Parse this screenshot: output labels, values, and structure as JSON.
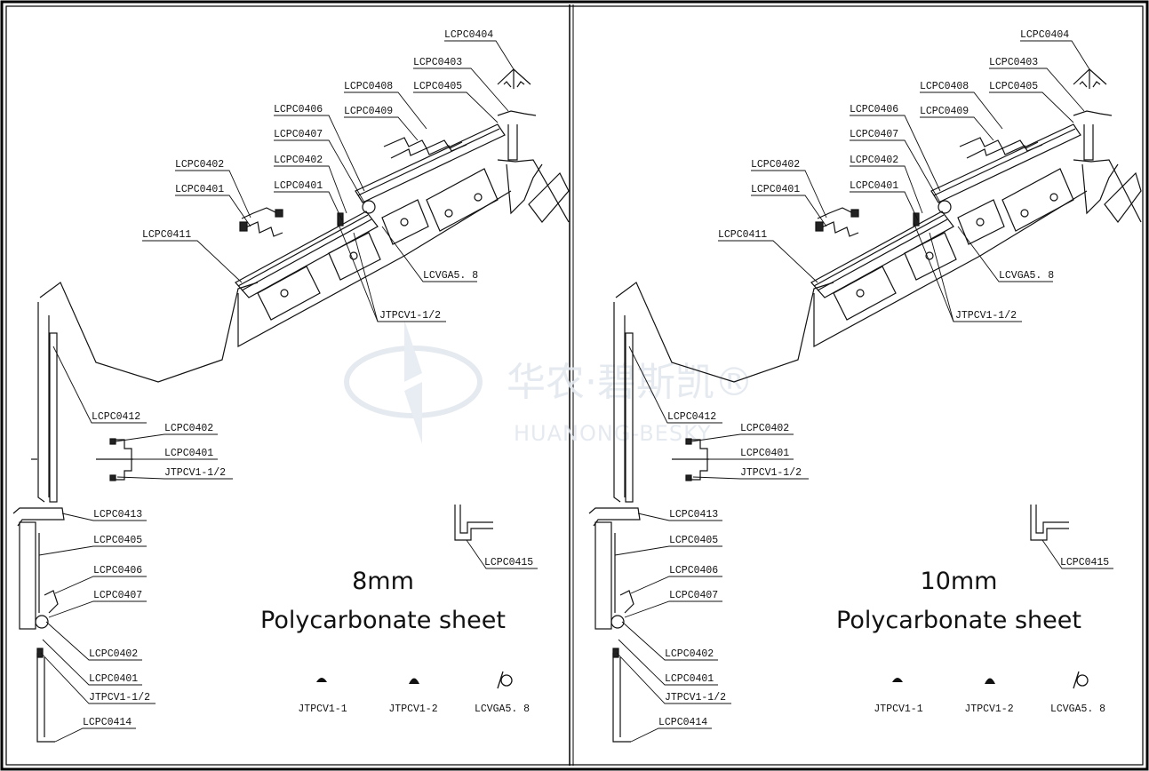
{
  "watermark": {
    "cn": "华农·碧斯凯®",
    "en": "HUANONG-BESKY"
  },
  "panels": [
    {
      "title_line1": "8mm",
      "title_line2": "Polycarbonate sheet",
      "labels": {
        "lcpc0404": "LCPC0404",
        "lcpc0403": "LCPC0403",
        "lcpc0408": "LCPC0408",
        "lcpc0405_top": "LCPC0405",
        "lcpc0406_top": "LCPC0406",
        "lcpc0409": "LCPC0409",
        "lcpc0407_top": "LCPC0407",
        "lcpc0402_a": "LCPC0402",
        "lcpc0402_b": "LCPC0402",
        "lcpc0401_a": "LCPC0401",
        "lcpc0401_b": "LCPC0401",
        "lcpc0411": "LCPC0411",
        "lcvga": "LCVGA5. 8",
        "jtpcv_top": "JTPCV1-1/2",
        "lcpc0412": "LCPC0412",
        "lcpc0402_mid": "LCPC0402",
        "lcpc0401_mid": "LCPC0401",
        "jtpcv_mid": "JTPCV1-1/2",
        "lcpc0413": "LCPC0413",
        "lcpc0405_low": "LCPC0405",
        "lcpc0406_low": "LCPC0406",
        "lcpc0407_low": "LCPC0407",
        "lcpc0402_low": "LCPC0402",
        "lcpc0401_low": "LCPC0401",
        "jtpcv_low": "JTPCV1-1/2",
        "lcpc0414": "LCPC0414",
        "lcpc0415": "LCPC0415"
      },
      "legend": [
        "JTPCV1-1",
        "JTPCV1-2",
        "LCVGA5. 8"
      ]
    },
    {
      "title_line1": "10mm",
      "title_line2": "Polycarbonate sheet",
      "labels": {
        "lcpc0404": "LCPC0404",
        "lcpc0403": "LCPC0403",
        "lcpc0408": "LCPC0408",
        "lcpc0405_top": "LCPC0405",
        "lcpc0406_top": "LCPC0406",
        "lcpc0409": "LCPC0409",
        "lcpc0407_top": "LCPC0407",
        "lcpc0402_a": "LCPC0402",
        "lcpc0402_b": "LCPC0402",
        "lcpc0401_a": "LCPC0401",
        "lcpc0401_b": "LCPC0401",
        "lcpc0411": "LCPC0411",
        "lcvga": "LCVGA5. 8",
        "jtpcv_top": "JTPCV1-1/2",
        "lcpc0412": "LCPC0412",
        "lcpc0402_mid": "LCPC0402",
        "lcpc0401_mid": "LCPC0401",
        "jtpcv_mid": "JTPCV1-1/2",
        "lcpc0413": "LCPC0413",
        "lcpc0405_low": "LCPC0405",
        "lcpc0406_low": "LCPC0406",
        "lcpc0407_low": "LCPC0407",
        "lcpc0402_low": "LCPC0402",
        "lcpc0401_low": "LCPC0401",
        "jtpcv_low": "JTPCV1-1/2",
        "lcpc0414": "LCPC0414",
        "lcpc0415": "LCPC0415"
      },
      "legend": [
        "JTPCV1-1",
        "JTPCV1-2",
        "LCVGA5. 8"
      ]
    }
  ]
}
